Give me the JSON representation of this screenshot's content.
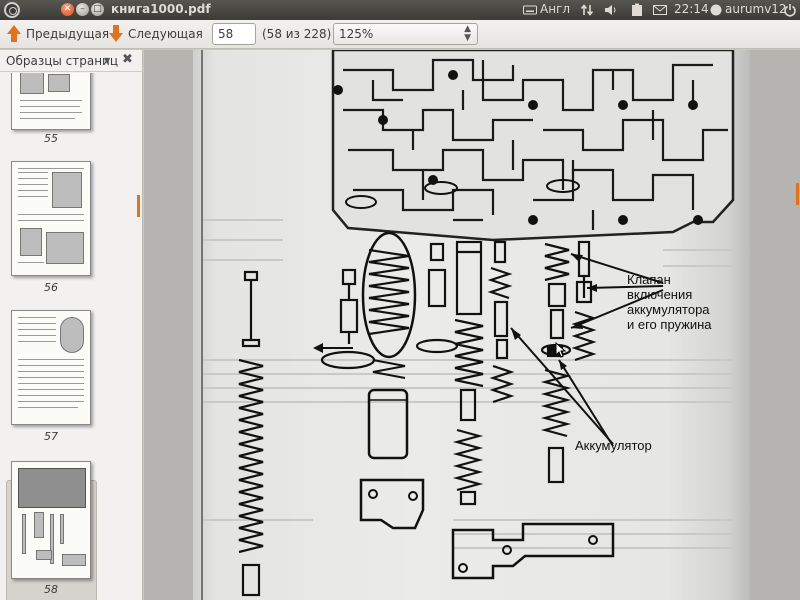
{
  "panel": {
    "window_title": "книга1000.pdf",
    "keyboard_layout": "Англ",
    "time": "22:14",
    "user": "aurumv12"
  },
  "toolbar": {
    "prev_label": "Предыдущая",
    "next_label": "Следующая",
    "page_value": "58",
    "page_count": "(58 из 228)",
    "zoom": "125%"
  },
  "sidebar": {
    "title": "Образцы страниц",
    "thumbnails": [
      {
        "label": "55"
      },
      {
        "label": "56"
      },
      {
        "label": "57"
      },
      {
        "label": "58",
        "selected": true
      }
    ]
  },
  "document": {
    "callout_valve": [
      "Клапан",
      "включения",
      "аккумулятора",
      "и его пружина"
    ],
    "callout_accumulator": "Аккумулятор"
  },
  "colors": {
    "accent": "#e0731f",
    "panel": "#3c3b37",
    "close": "#df4b16"
  }
}
